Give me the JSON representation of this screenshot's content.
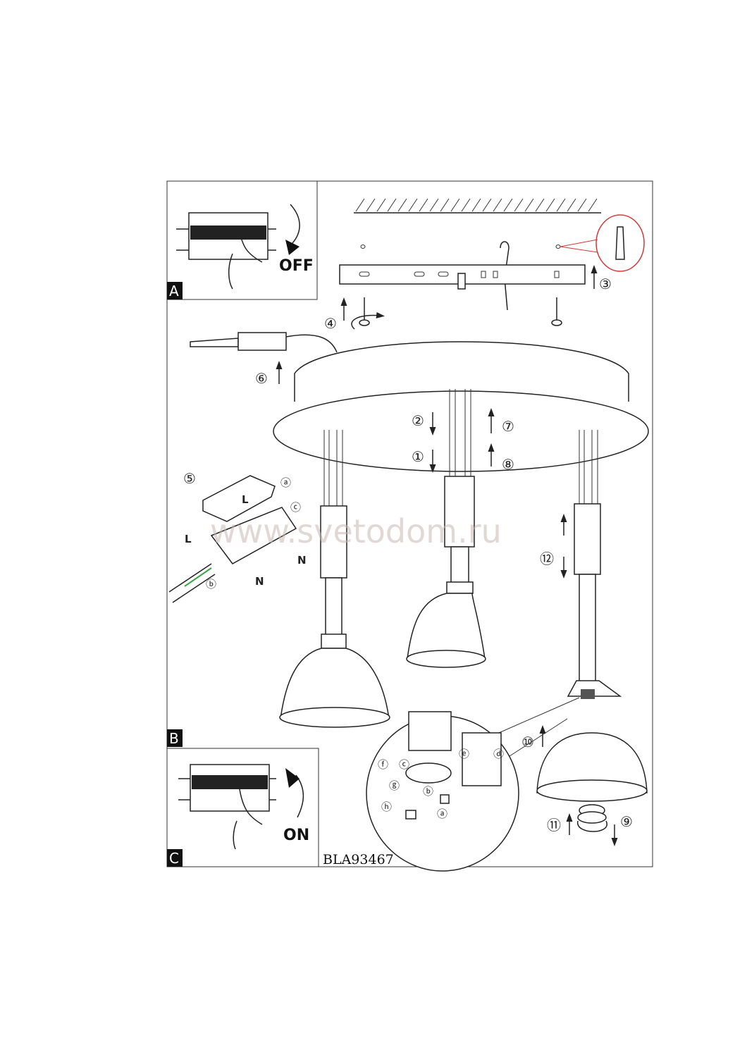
{
  "panels": {
    "a_label": "A",
    "b_label": "B",
    "c_label": "C",
    "off_label": "OFF",
    "on_label": "ON"
  },
  "steps": {
    "s1": "①",
    "s2": "②",
    "s3": "③",
    "s4": "④",
    "s5": "⑤",
    "s6": "⑥",
    "s7": "⑦",
    "s8": "⑧",
    "s9": "⑨",
    "s10": "⑩",
    "s11": "⑪",
    "s12": "⑫"
  },
  "letters": {
    "a": "ⓐ",
    "b": "ⓑ",
    "c": "ⓒ",
    "d": "ⓓ",
    "e": "ⓔ",
    "f": "ⓕ",
    "g": "ⓖ",
    "h": "ⓗ"
  },
  "wiring": {
    "l": "L",
    "n": "N"
  },
  "model_code": "BLA93467",
  "watermark": "www.svetodom.ru",
  "colors": {
    "line": "#222222",
    "callout": "#d23a3a",
    "wire_green": "#3aa64a"
  }
}
